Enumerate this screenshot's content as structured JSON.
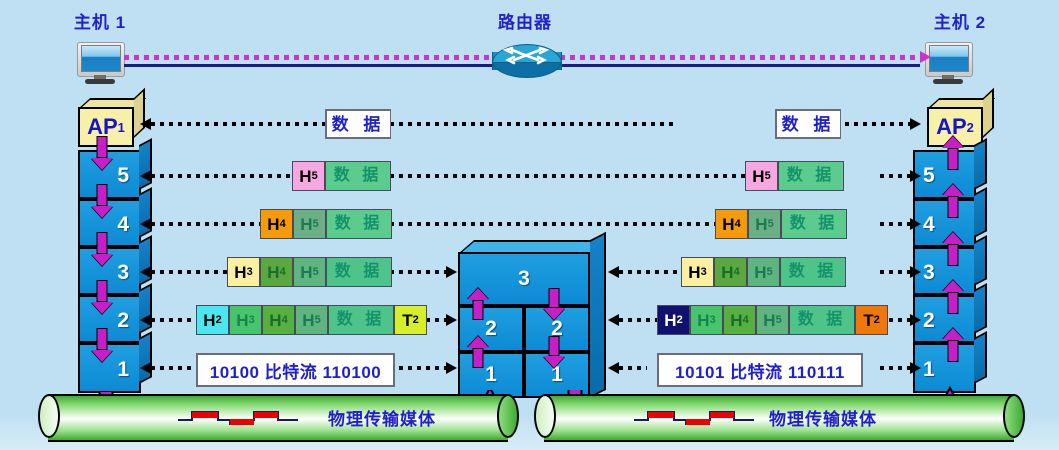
{
  "title": "OSI five-layer protocol stack data encapsulation diagram",
  "background_color": "#bfe0f2",
  "hosts": {
    "left": {
      "label": "主机 1",
      "ap_label": "AP",
      "ap_sub": "1",
      "layers": [
        "5",
        "4",
        "3",
        "2",
        "1"
      ],
      "direction": "down",
      "icon": "monitor-icon"
    },
    "right": {
      "label": "主机 2",
      "ap_label": "AP",
      "ap_sub": "2",
      "layers": [
        "5",
        "4",
        "3",
        "2",
        "1"
      ],
      "direction": "up",
      "icon": "monitor-icon"
    }
  },
  "router": {
    "label": "路由器",
    "icon": "router-icon",
    "layer3": "3",
    "left_column": [
      "2",
      "1"
    ],
    "right_column": [
      "2",
      "1"
    ],
    "left_direction": "up",
    "right_direction": "down"
  },
  "link": {
    "dotted_color": "#cc33cc",
    "solid_color": "#1a1a8c"
  },
  "packets": {
    "left": [
      {
        "name": "application-data",
        "fields": [
          {
            "text": "数 据",
            "bg": "#ffffff",
            "fg": "#1f1fcc",
            "style": "white"
          }
        ]
      },
      {
        "name": "layer5-pdu",
        "fields": [
          {
            "text": "H",
            "sub": "5",
            "bg": "#f7a8e0",
            "fg": "#000000"
          },
          {
            "text": "数 据",
            "bg": "#5ccb8e",
            "fg": "#14936b"
          }
        ]
      },
      {
        "name": "layer4-pdu",
        "fields": [
          {
            "text": "H",
            "sub": "4",
            "bg": "#f59a08",
            "fg": "#000000"
          },
          {
            "text": "H",
            "sub": "5",
            "bg": "#6cae86",
            "fg": "#1a7a52"
          },
          {
            "text": "数 据",
            "bg": "#5ccb8e",
            "fg": "#14936b"
          }
        ]
      },
      {
        "name": "layer3-pdu",
        "fields": [
          {
            "text": "H",
            "sub": "3",
            "bg": "#faf0a0",
            "fg": "#000000"
          },
          {
            "text": "H",
            "sub": "4",
            "bg": "#5aa83f",
            "fg": "#1a6b2f"
          },
          {
            "text": "H",
            "sub": "5",
            "bg": "#5fb57f",
            "fg": "#1a7a52"
          },
          {
            "text": "数 据",
            "bg": "#4fc48a",
            "fg": "#14936b"
          }
        ]
      },
      {
        "name": "layer2-frame",
        "fields": [
          {
            "text": "H",
            "sub": "2",
            "bg": "#4ce6f0",
            "fg": "#000000"
          },
          {
            "text": "H",
            "sub": "3",
            "bg": "#49c46e",
            "fg": "#17854a"
          },
          {
            "text": "H",
            "sub": "4",
            "bg": "#55b03f",
            "fg": "#1a6b2f"
          },
          {
            "text": "H",
            "sub": "5",
            "bg": "#5fb57f",
            "fg": "#1a7a52"
          },
          {
            "text": "数 据",
            "bg": "#4fc48a",
            "fg": "#14936b"
          },
          {
            "text": "T",
            "sub": "2",
            "bg": "#d7ee2a",
            "fg": "#000000"
          }
        ]
      }
    ],
    "right": [
      {
        "name": "application-data",
        "fields": [
          {
            "text": "数 据",
            "bg": "#ffffff",
            "fg": "#1f1fcc",
            "style": "white"
          }
        ]
      },
      {
        "name": "layer5-pdu",
        "fields": [
          {
            "text": "H",
            "sub": "5",
            "bg": "#f7a8e0",
            "fg": "#000000"
          },
          {
            "text": "数 据",
            "bg": "#5ccb8e",
            "fg": "#14936b"
          }
        ]
      },
      {
        "name": "layer4-pdu",
        "fields": [
          {
            "text": "H",
            "sub": "4",
            "bg": "#f59a08",
            "fg": "#000000"
          },
          {
            "text": "H",
            "sub": "5",
            "bg": "#6cae86",
            "fg": "#1a7a52"
          },
          {
            "text": "数 据",
            "bg": "#5ccb8e",
            "fg": "#14936b"
          }
        ]
      },
      {
        "name": "layer3-pdu",
        "fields": [
          {
            "text": "H",
            "sub": "3",
            "bg": "#faf0a0",
            "fg": "#000000"
          },
          {
            "text": "H",
            "sub": "4",
            "bg": "#5aa83f",
            "fg": "#1a6b2f"
          },
          {
            "text": "H",
            "sub": "5",
            "bg": "#5fb57f",
            "fg": "#1a7a52"
          },
          {
            "text": "数 据",
            "bg": "#4fc48a",
            "fg": "#14936b"
          }
        ]
      },
      {
        "name": "layer2-frame",
        "fields": [
          {
            "text": "H",
            "sub": "2",
            "bg": "#101070",
            "fg": "#ffffff"
          },
          {
            "text": "H",
            "sub": "3",
            "bg": "#49c46e",
            "fg": "#17854a"
          },
          {
            "text": "H",
            "sub": "4",
            "bg": "#55b03f",
            "fg": "#1a6b2f"
          },
          {
            "text": "H",
            "sub": "5",
            "bg": "#5fb57f",
            "fg": "#1a7a52"
          },
          {
            "text": "数 据",
            "bg": "#4fc48a",
            "fg": "#14936b"
          },
          {
            "text": "T",
            "sub": "2",
            "bg": "#f07808",
            "fg": "#000000"
          }
        ]
      }
    ]
  },
  "bitstreams": {
    "left": "10100 比特流 110100",
    "right": "10101 比特流 110111"
  },
  "media": {
    "left_label": "物理传输媒体",
    "right_label": "物理传输媒体",
    "signal_icon": "square-wave-icon",
    "color": "#3faa34"
  }
}
